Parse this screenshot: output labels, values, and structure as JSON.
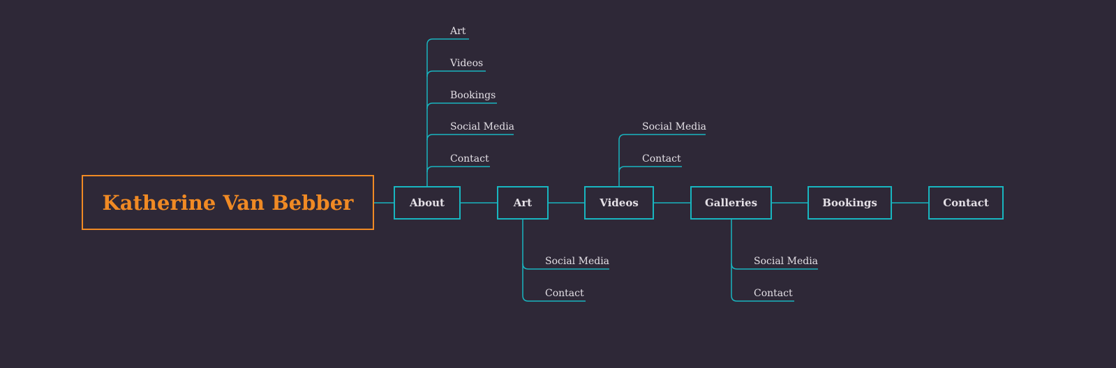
{
  "colors": {
    "background": "#2e2837",
    "root_accent": "#f08a24",
    "node_accent": "#18b6c0",
    "text": "#e4e0e6"
  },
  "root": {
    "label": "Katherine Van Bebber"
  },
  "nav": {
    "about": {
      "label": "About",
      "children": [
        "Art",
        "Videos",
        "Bookings",
        "Social Media",
        "Contact"
      ]
    },
    "art": {
      "label": "Art",
      "children": [
        "Social Media",
        "Contact"
      ]
    },
    "videos": {
      "label": "Videos",
      "children": [
        "Social Media",
        "Contact"
      ]
    },
    "galleries": {
      "label": "Galleries",
      "children": [
        "Social Media",
        "Contact"
      ]
    },
    "bookings": {
      "label": "Bookings"
    },
    "contact": {
      "label": "Contact"
    }
  }
}
